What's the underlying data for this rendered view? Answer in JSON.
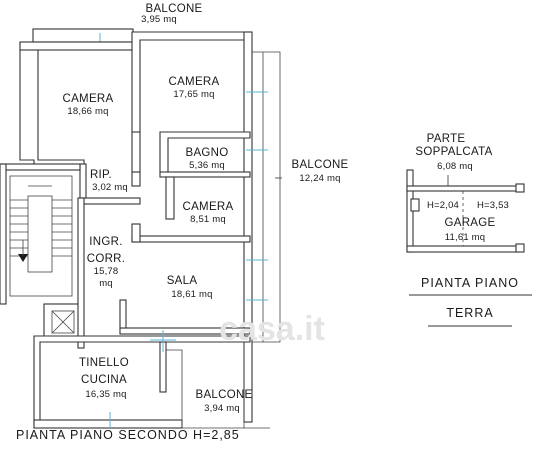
{
  "second_floor": {
    "title": "PIANTA  PIANO  SECONDO  H=2,85",
    "rooms": [
      {
        "id": "balcone-top",
        "name": "BALCONE",
        "area": "3,95  mq"
      },
      {
        "id": "camera-1",
        "name": "CAMERA",
        "area": "18,66  mq"
      },
      {
        "id": "camera-2",
        "name": "CAMERA",
        "area": "17,65  mq"
      },
      {
        "id": "bagno",
        "name": "BAGNO",
        "area": "5,36  mq"
      },
      {
        "id": "balcone-right",
        "name": "BALCONE",
        "area": "12,24  mq"
      },
      {
        "id": "rip",
        "name": "RIP.",
        "area": "3,02  mq"
      },
      {
        "id": "camera-3",
        "name": "CAMERA",
        "area": "8,51  mq"
      },
      {
        "id": "ingr-corr",
        "name_line1": "INGR.",
        "name_line2": "CORR.",
        "area_line1": "15,78",
        "area_line2": "mq"
      },
      {
        "id": "sala",
        "name": "SALA",
        "area": "18,61  mq"
      },
      {
        "id": "tinello",
        "name_line1": "TINELLO",
        "name_line2": "CUCINA",
        "area": "16,35  mq"
      },
      {
        "id": "balcone-bottom",
        "name": "BALCONE",
        "area": "3,94  mq"
      }
    ]
  },
  "ground_floor": {
    "title_line1": "PIANTA  PIANO",
    "title_line2": "TERRA",
    "parte_line1": "PARTE",
    "parte_line2": "SOPPALCATA",
    "parte_area": "6,08  mq",
    "height_left": "H=2,04",
    "height_right": "H=3,53",
    "garage_name": "GARAGE",
    "garage_area": "11,61  mq"
  },
  "watermark": "casa.it"
}
